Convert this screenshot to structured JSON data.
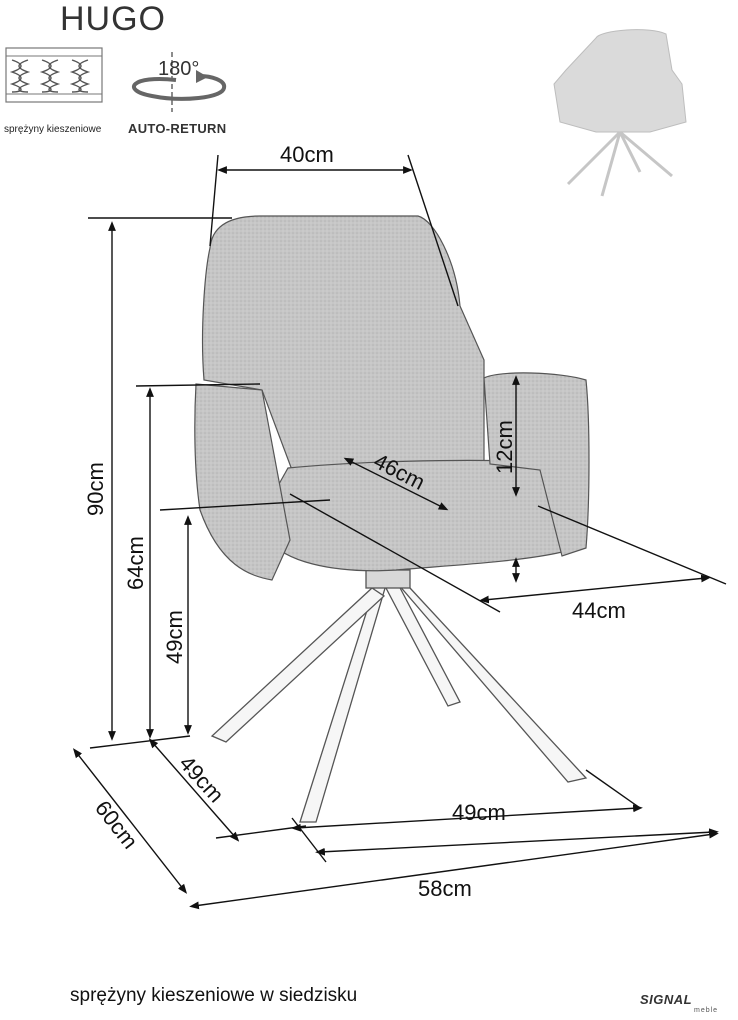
{
  "product": {
    "name": "HUGO"
  },
  "features": {
    "springs_label": "sprężyny kieszeniowe",
    "rotation_degrees": "180°",
    "auto_return_label": "AUTO-RETURN"
  },
  "dimensions": {
    "top_width": "40cm",
    "total_height": "90cm",
    "armrest_height": "64cm",
    "seat_height": "49cm",
    "seat_depth_diagonal": "46cm",
    "armrest_to_seat": "12cm",
    "seat_width": "44cm",
    "total_depth": "60cm",
    "base_depth": "49cm",
    "base_width": "49cm",
    "total_width": "58cm"
  },
  "caption": "sprężyny kieszeniowe w siedzisku",
  "brand": {
    "name": "SIGNAL",
    "sub": "meble"
  },
  "colors": {
    "fabric": "#c8c8c8",
    "outline": "#555555",
    "lines": "#111111"
  }
}
